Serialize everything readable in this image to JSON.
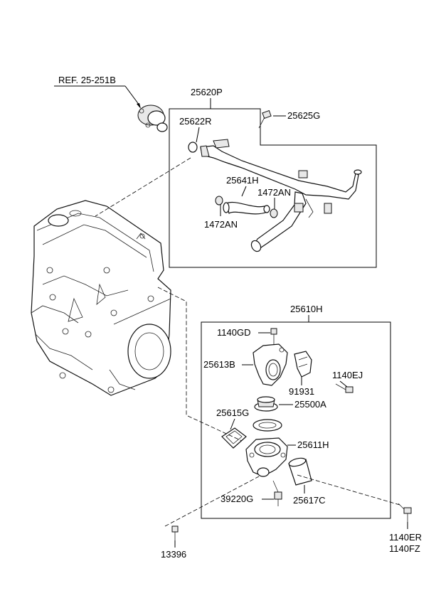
{
  "labels": {
    "ref": "REF. 25-251B",
    "l25620P": "25620P",
    "l25622R": "25622R",
    "l25625G": "25625G",
    "l25641H": "25641H",
    "l1472AN_a": "1472AN",
    "l1472AN_b": "1472AN",
    "l25610H": "25610H",
    "l1140GD": "1140GD",
    "l25613B": "25613B",
    "l91931": "91931",
    "l1140EJ": "1140EJ",
    "l25500A": "25500A",
    "l25615G": "25615G",
    "l25611H": "25611H",
    "l39220G": "39220G",
    "l25617C": "25617C",
    "l13396": "13396",
    "l1140ER": "1140ER",
    "l1140FZ": "1140FZ"
  }
}
